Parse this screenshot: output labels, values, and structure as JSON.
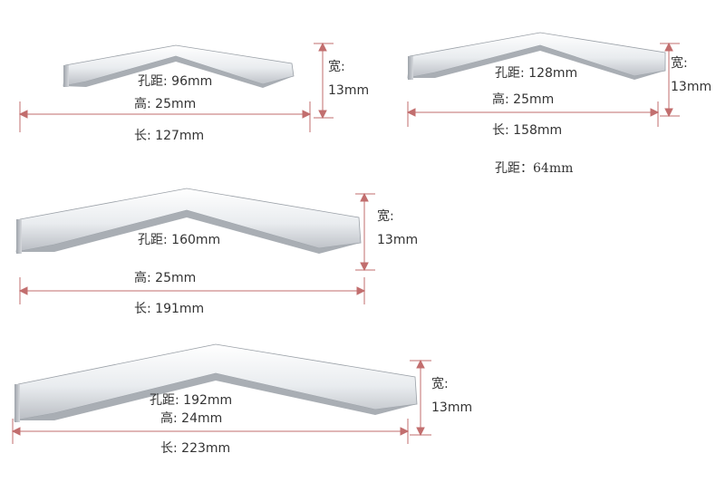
{
  "products": [
    {
      "pitch": "孔距: 96mm",
      "height": "高: 25mm",
      "length": "长: 127mm",
      "width_label": "宽:",
      "width_value": "13mm"
    },
    {
      "pitch": "孔距: 128mm",
      "height": "高: 25mm",
      "length": "长: 158mm",
      "width_label": "宽:",
      "width_value": "13mm"
    },
    {
      "pitch": "孔距: 160mm",
      "height": "高: 25mm",
      "length": "长: 191mm",
      "width_label": "宽:",
      "width_value": "13mm"
    },
    {
      "pitch": "孔距: 192mm",
      "height": "高: 24mm",
      "length": "长: 223mm",
      "width_label": "宽:",
      "width_value": "13mm"
    }
  ],
  "extra_pitch": "孔距：64mm",
  "colors": {
    "dimension_line": "#c26e6e",
    "metal_light": "#f4f6f8",
    "metal_dark": "#b8bcc2"
  }
}
